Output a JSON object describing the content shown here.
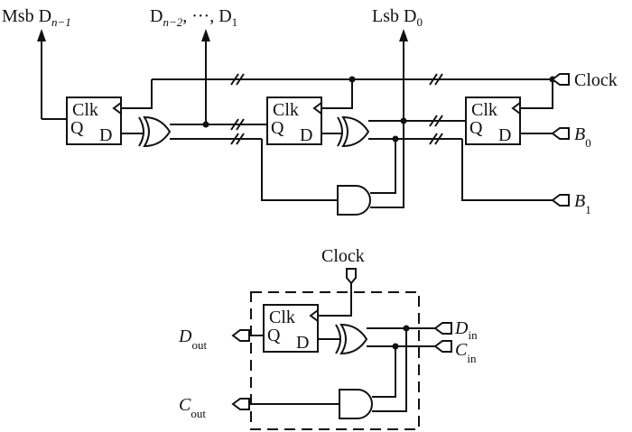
{
  "top": {
    "msb_label": "Msb D",
    "msb_sub": "n−1",
    "mid_label_a": "D",
    "mid_sub_a": "n−2",
    "mid_label_b": ", ···, D",
    "mid_sub_b": "1",
    "lsb_label": "Lsb D",
    "lsb_sub": "0",
    "clock_label": "Clock",
    "b0_label": "B",
    "b0_sub": "0",
    "b1_label": "B",
    "b1_sub": "1",
    "ff_clk": "Clk",
    "ff_q": "Q",
    "ff_d": "D"
  },
  "bottom": {
    "clock_label": "Clock",
    "dout_label": "D",
    "dout_sub": "out",
    "cout_label": "C",
    "cout_sub": "out",
    "din_label": "D",
    "din_sub": "in",
    "cin_label": "C",
    "cin_sub": "in",
    "ff_clk": "Clk",
    "ff_q": "Q",
    "ff_d": "D"
  }
}
